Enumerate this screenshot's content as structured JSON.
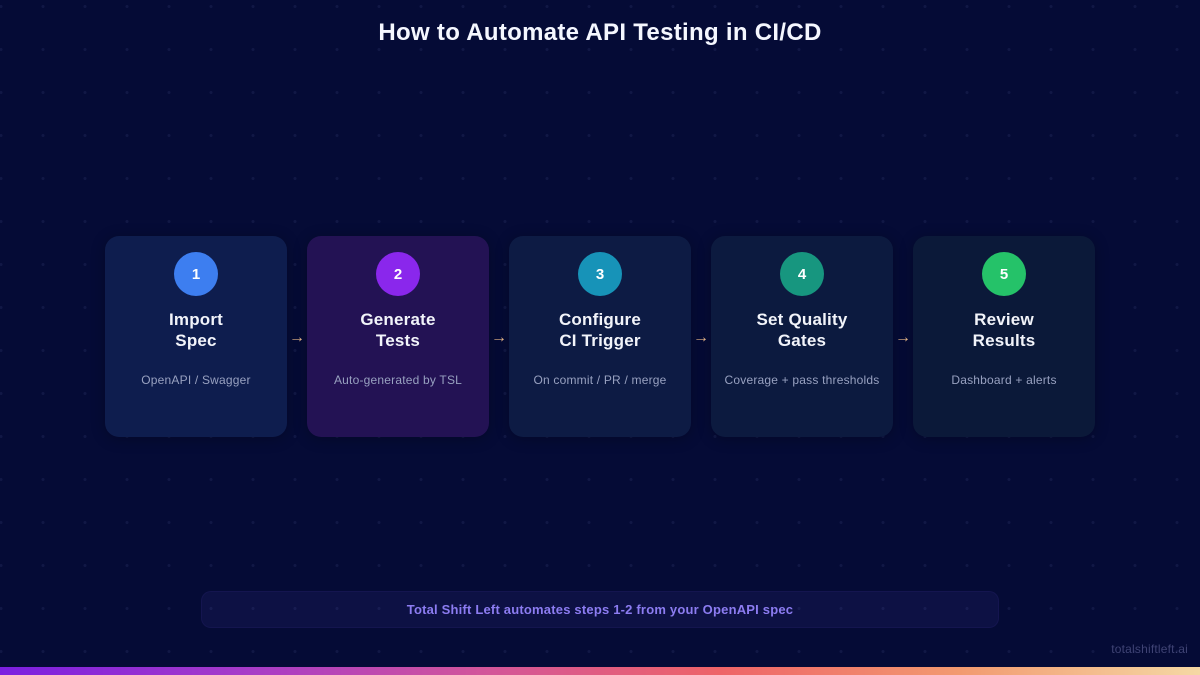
{
  "header": {
    "title": "How to Automate API Testing in CI/CD"
  },
  "steps": [
    {
      "number": "1",
      "title_line1": "Import",
      "title_line2": "Spec",
      "subtitle": "OpenAPI / Swagger",
      "circle_color": "#3d7ef0",
      "card_bg": "#0e1d4e"
    },
    {
      "number": "2",
      "title_line1": "Generate",
      "title_line2": "Tests",
      "subtitle": "Auto-generated by TSL",
      "circle_color": "#8a27ec",
      "card_bg": "#231254"
    },
    {
      "number": "3",
      "title_line1": "Configure",
      "title_line2": "CI Trigger",
      "subtitle": "On commit / PR / merge",
      "circle_color": "#1793b8",
      "card_bg": "#0d1b44"
    },
    {
      "number": "4",
      "title_line1": "Set Quality",
      "title_line2": "Gates",
      "subtitle": "Coverage + pass thresholds",
      "circle_color": "#17967f",
      "card_bg": "#0c1a3f"
    },
    {
      "number": "5",
      "title_line1": "Review",
      "title_line2": "Results",
      "subtitle": "Dashboard + alerts",
      "circle_color": "#25c269",
      "card_bg": "#0b1939"
    }
  ],
  "arrow": {
    "glyph": "→",
    "color": "#e0b184"
  },
  "footer": {
    "note": "Total Shift Left automates steps 1-2 from your OpenAPI spec",
    "text_color": "#8c7cf1"
  },
  "watermark": {
    "text": "totalshiftleft.ai",
    "color": "#3f4374"
  },
  "theme": {
    "background": "#050b36",
    "gradient_bar": [
      "#7b1fe0",
      "#a63ac9",
      "#d2559b",
      "#ee6468",
      "#f29a70",
      "#f5d8a4"
    ]
  }
}
